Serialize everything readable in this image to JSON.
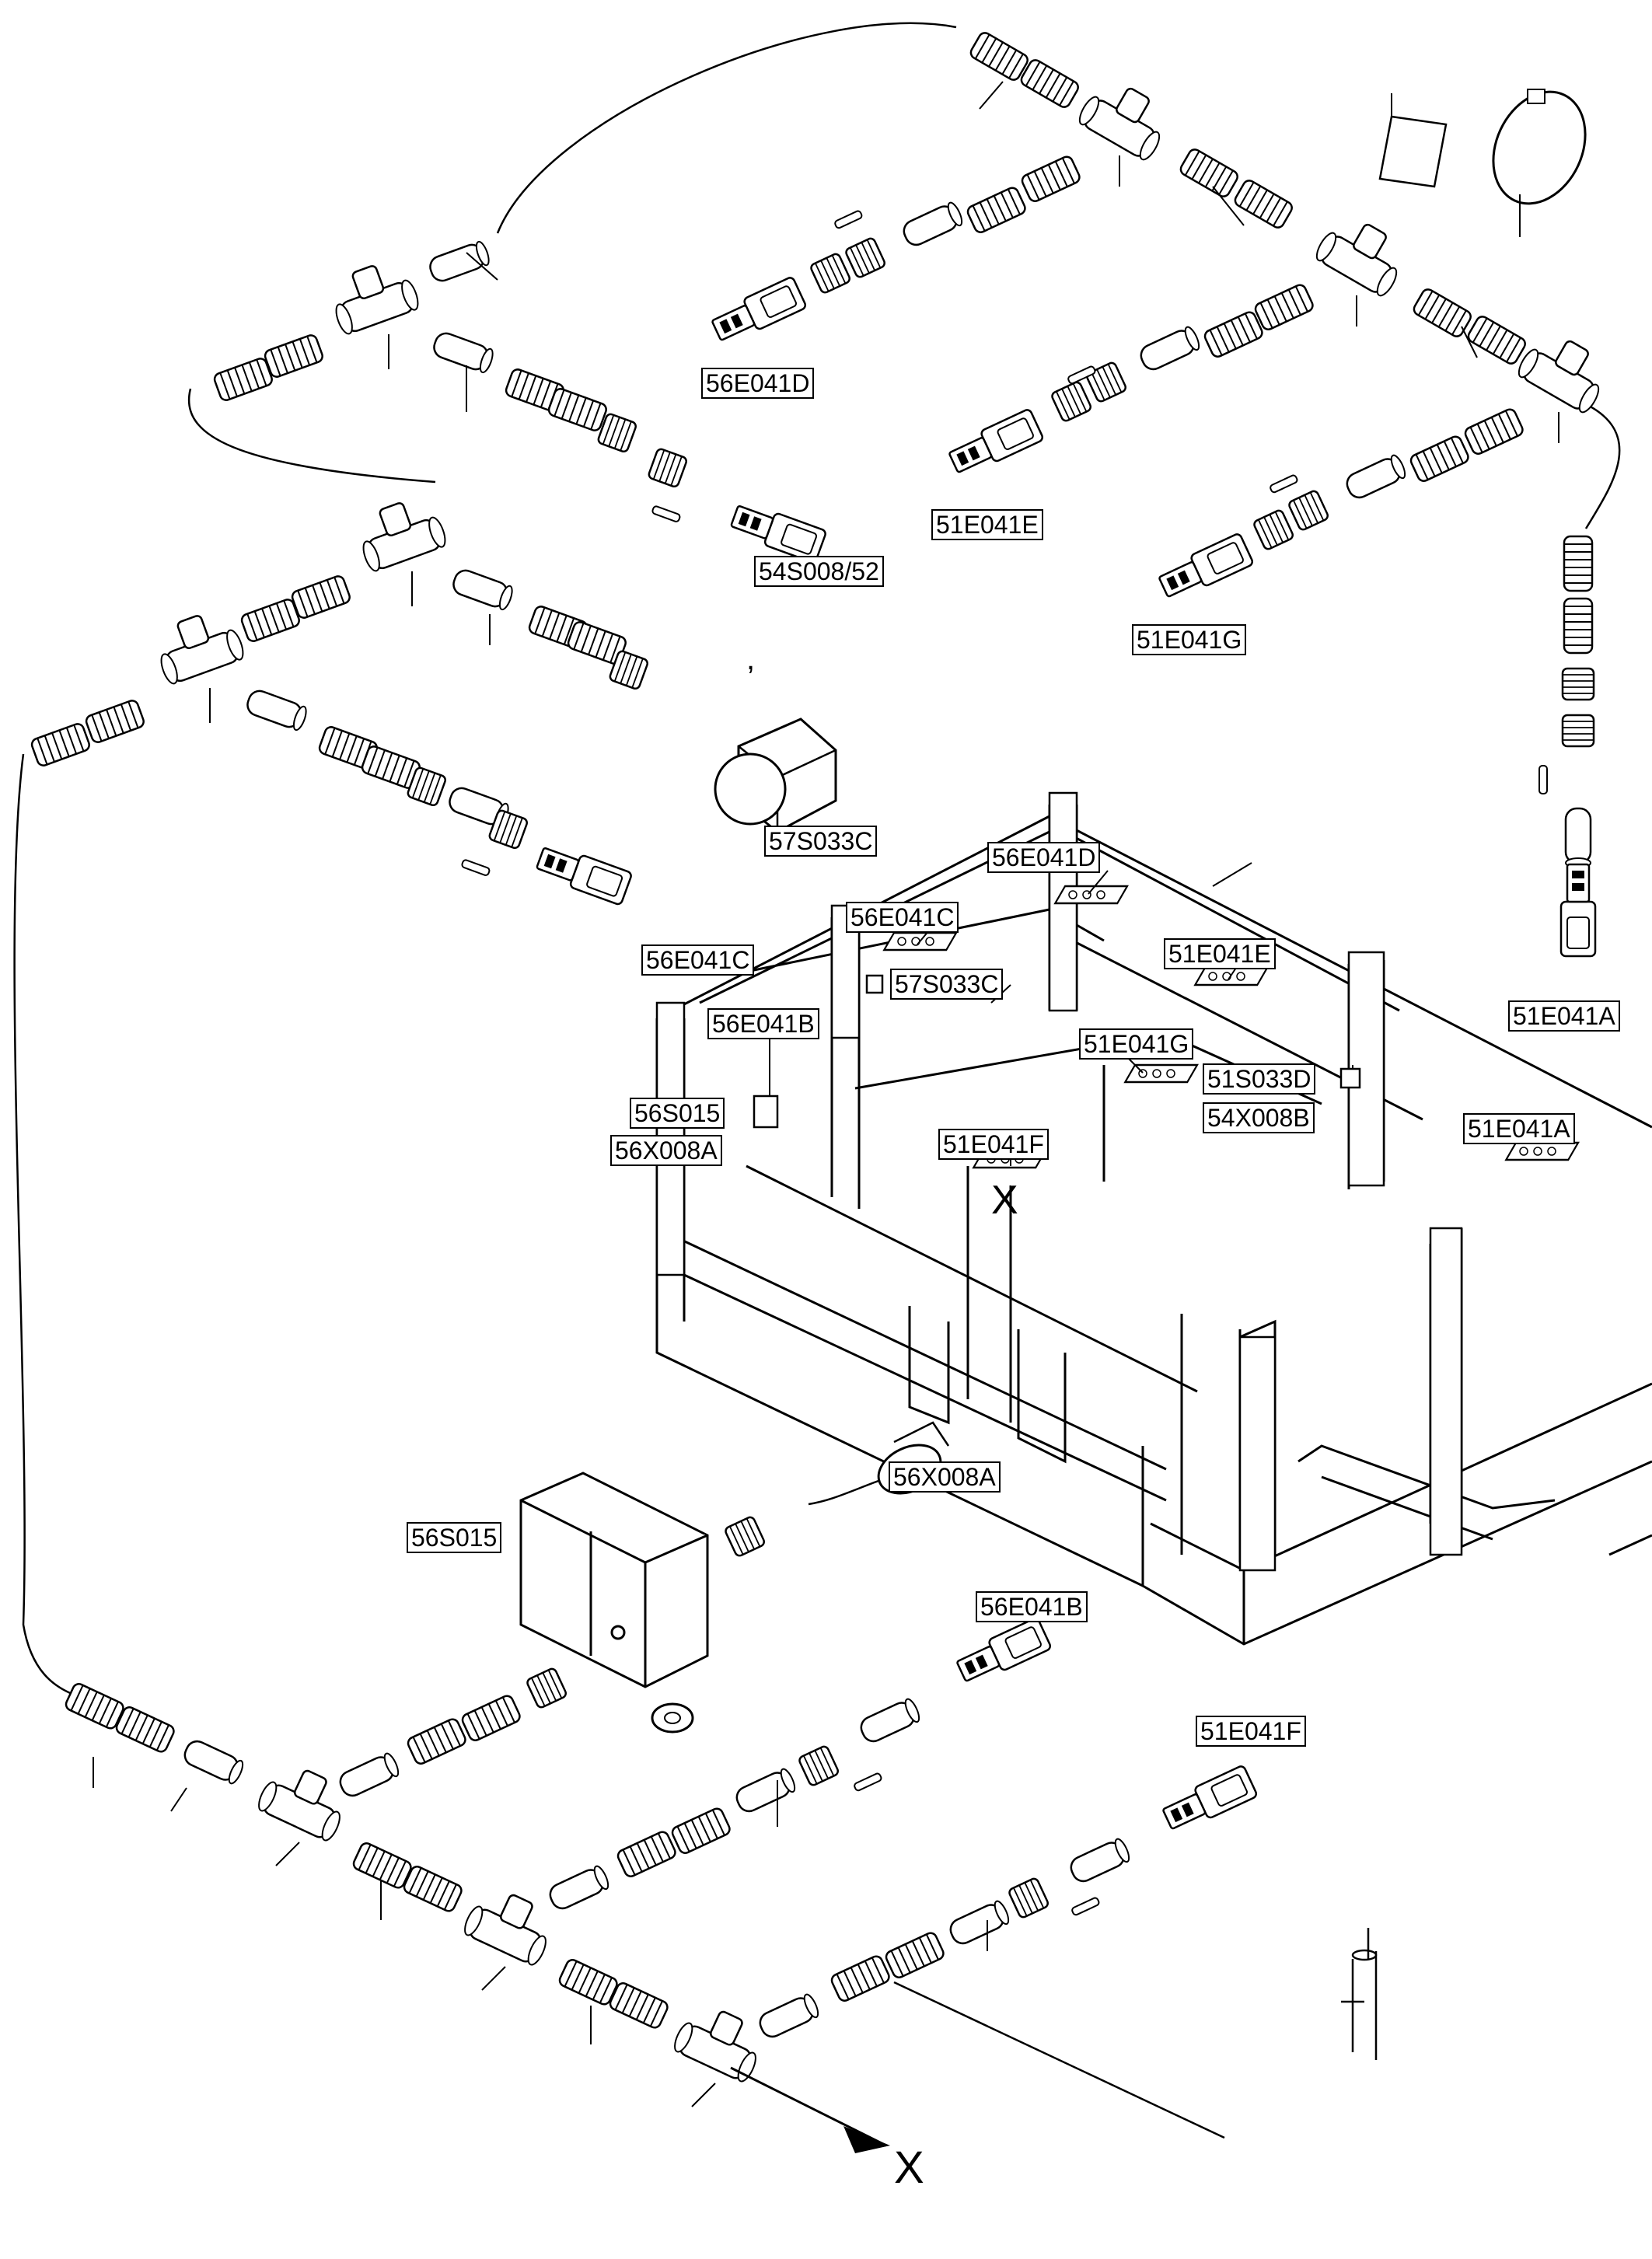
{
  "labels": {
    "56E041D_top": "56E041D",
    "54S008_52": "54S008/52",
    "51E041E_top": "51E041E",
    "51E041G_top": "51E041G",
    "51E041A_right": "51E041A",
    "57S033C_top": "57S033C",
    "56E041C_left": "56E041C",
    "56E041D_frame": "56E041D",
    "56E041C_frame": "56E041C",
    "57S033C_frame": "57S033C",
    "51E041E_frame": "51E041E",
    "56E041B_frame": "56E041B",
    "51E041G_frame": "51E041G",
    "51S033D_frame": "51S033D",
    "54X008B_frame": "54X008B",
    "56S015_frame": "56S015",
    "56X008A_frame": "56X008A",
    "51E041F_frame": "51E041F",
    "51E041A_frame": "51E041A",
    "56X008A_bottom": "56X008A",
    "56S015_bottom": "56S015",
    "56E041B_bottom": "56E041B",
    "51E041F_bottom": "51E041F"
  },
  "markers": {
    "section_x_frame": "X",
    "section_x_arrow": "X",
    "stray_tick": ","
  },
  "colors": {
    "line": "#000000",
    "background": "#ffffff"
  }
}
